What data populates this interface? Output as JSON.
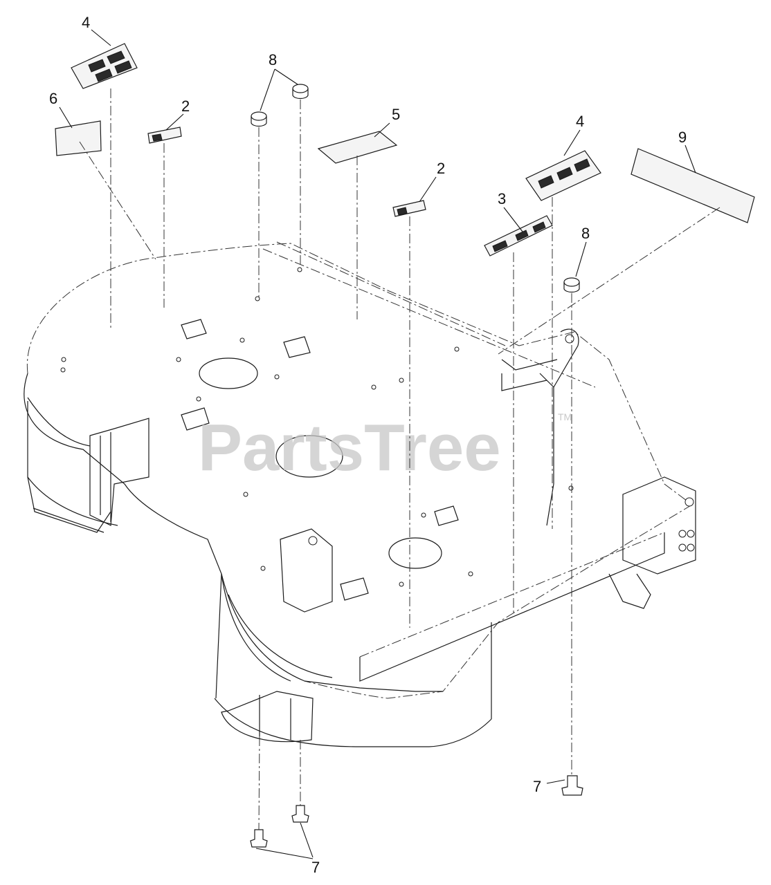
{
  "watermark": {
    "text": "PartsTree",
    "trademark": "TM"
  },
  "callouts": {
    "c4a": "4",
    "c6": "6",
    "c2a": "2",
    "c8a": "8",
    "c5": "5",
    "c2b": "2",
    "c3": "3",
    "c4b": "4",
    "c9": "9",
    "c8b": "8",
    "c7a": "7",
    "c7b": "7"
  },
  "colors": {
    "line": "#1a1a1a",
    "watermark": "#c8c8c8",
    "background": "#ffffff"
  }
}
